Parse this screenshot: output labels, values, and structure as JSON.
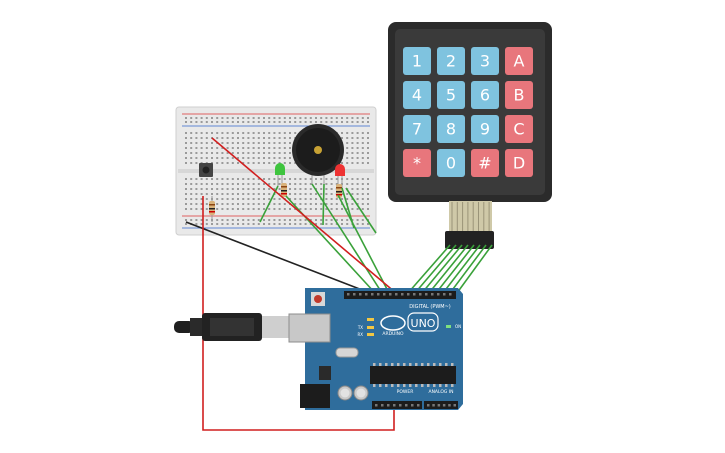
{
  "keypad": {
    "rows": [
      [
        "1",
        "2",
        "3",
        "A"
      ],
      [
        "4",
        "5",
        "6",
        "B"
      ],
      [
        "7",
        "8",
        "9",
        "C"
      ],
      [
        "*",
        "0",
        "#",
        "D"
      ]
    ],
    "colors": {
      "number": "#7fc3df",
      "letter": "#e8767c",
      "body": "#2b2b2b"
    }
  },
  "board": {
    "logo": "UNO",
    "brand": "ARDUINO",
    "digital_label": "DIGITAL (PWM~)",
    "power_label": "POWER",
    "analog_label": "ANALOG IN",
    "tx_label": "TX",
    "rx_label": "RX",
    "on_label": "ON",
    "color": "#2f6d9c"
  },
  "wire_colors": {
    "green": "#3aa13a",
    "red": "#d11f1f",
    "black": "#222222"
  }
}
